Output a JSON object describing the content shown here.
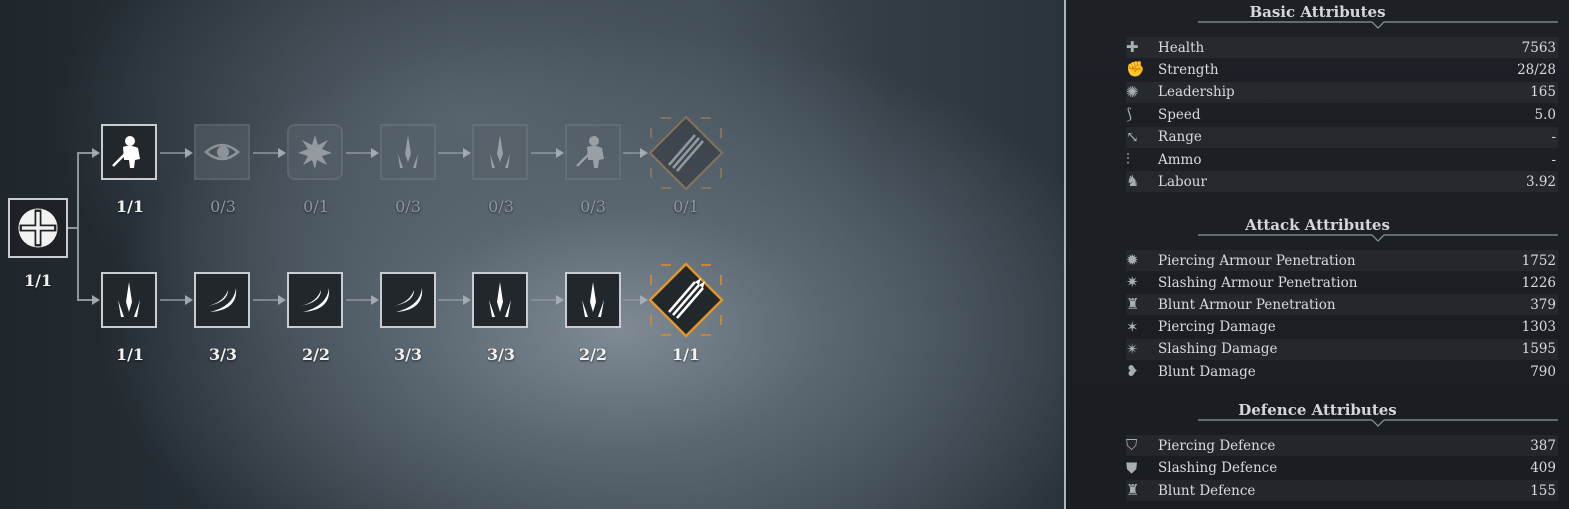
{
  "tree": {
    "root_rank": "1/1",
    "top_ranks": [
      "1/1",
      "0/3",
      "0/1",
      "0/3",
      "0/3",
      "0/3",
      "0/1"
    ],
    "bottom_ranks": [
      "1/1",
      "3/3",
      "2/2",
      "3/3",
      "3/3",
      "2/2",
      "1/1"
    ],
    "colors": {
      "accent": "#e0962e",
      "active_border": "#c9cdd1"
    }
  },
  "panel": {
    "basic": {
      "title": "Basic Attributes",
      "rows": [
        {
          "icon": "health-cross-icon",
          "label": "Health",
          "value": "7563"
        },
        {
          "icon": "strength-fist-icon",
          "label": "Strength",
          "value": "28/28"
        },
        {
          "icon": "leadership-gear-icon",
          "label": "Leadership",
          "value": "165"
        },
        {
          "icon": "speed-boot-icon",
          "label": "Speed",
          "value": "5.0"
        },
        {
          "icon": "range-arrows-icon",
          "label": "Range",
          "value": "-"
        },
        {
          "icon": "ammo-bolts-icon",
          "label": "Ammo",
          "value": "-"
        },
        {
          "icon": "labour-horse-icon",
          "label": "Labour",
          "value": "3.92"
        }
      ]
    },
    "attack": {
      "title": "Attack Attributes",
      "rows": [
        {
          "icon": "piercing-penetration-icon",
          "label": "Piercing Armour Penetration",
          "value": "1752"
        },
        {
          "icon": "slashing-penetration-icon",
          "label": "Slashing Armour Penetration",
          "value": "1226"
        },
        {
          "icon": "blunt-penetration-icon",
          "label": "Blunt Armour Penetration",
          "value": "379"
        },
        {
          "icon": "piercing-damage-icon",
          "label": "Piercing Damage",
          "value": "1303"
        },
        {
          "icon": "slashing-damage-icon",
          "label": "Slashing Damage",
          "value": "1595"
        },
        {
          "icon": "blunt-damage-icon",
          "label": "Blunt Damage",
          "value": "790"
        }
      ]
    },
    "defence": {
      "title": "Defence Attributes",
      "rows": [
        {
          "icon": "piercing-defence-icon",
          "label": "Piercing Defence",
          "value": "387"
        },
        {
          "icon": "slashing-defence-icon",
          "label": "Slashing Defence",
          "value": "409"
        },
        {
          "icon": "blunt-defence-icon",
          "label": "Blunt Defence",
          "value": "155"
        }
      ]
    }
  }
}
